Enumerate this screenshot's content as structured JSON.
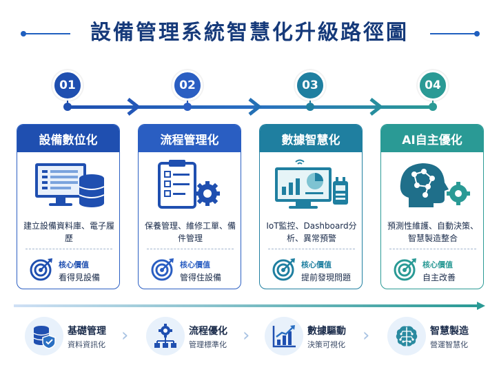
{
  "title": "設備管理系統智慧化升級路徑圖",
  "colors": [
    "#1f5fbf",
    "#2a5ec2",
    "#1f7fa0",
    "#2a9a95"
  ],
  "stages": [
    {
      "num": "01",
      "head": "設備數位化",
      "desc": "建立設備資料庫、電子履歷",
      "value_label": "核心價值",
      "value_text": "看得見設備",
      "icon": "database-monitor-icon"
    },
    {
      "num": "02",
      "head": "流程管理化",
      "desc": "保養管理、維修工單、備件管理",
      "value_label": "核心價值",
      "value_text": "管得住設備",
      "icon": "clipboard-gear-icon"
    },
    {
      "num": "03",
      "head": "數據智慧化",
      "desc": "IoT監控、Dashboard分析、異常預警",
      "value_label": "核心價值",
      "value_text": "提前發現問題",
      "icon": "dashboard-sensor-icon"
    },
    {
      "num": "04",
      "head": "AI自主優化",
      "desc": "預測性維護、自動決策、智慧製造整合",
      "value_label": "核心價值",
      "value_text": "自主改善",
      "icon": "ai-head-gear-icon"
    }
  ],
  "bottom": [
    {
      "title": "基礎管理",
      "sub": "資料資訊化",
      "icon": "database-shield-icon"
    },
    {
      "title": "流程優化",
      "sub": "管理標準化",
      "icon": "gear-flow-icon"
    },
    {
      "title": "數據驅動",
      "sub": "決策可視化",
      "icon": "growth-chart-icon"
    },
    {
      "title": "智慧製造",
      "sub": "營運智慧化",
      "icon": "brain-chip-icon"
    }
  ]
}
